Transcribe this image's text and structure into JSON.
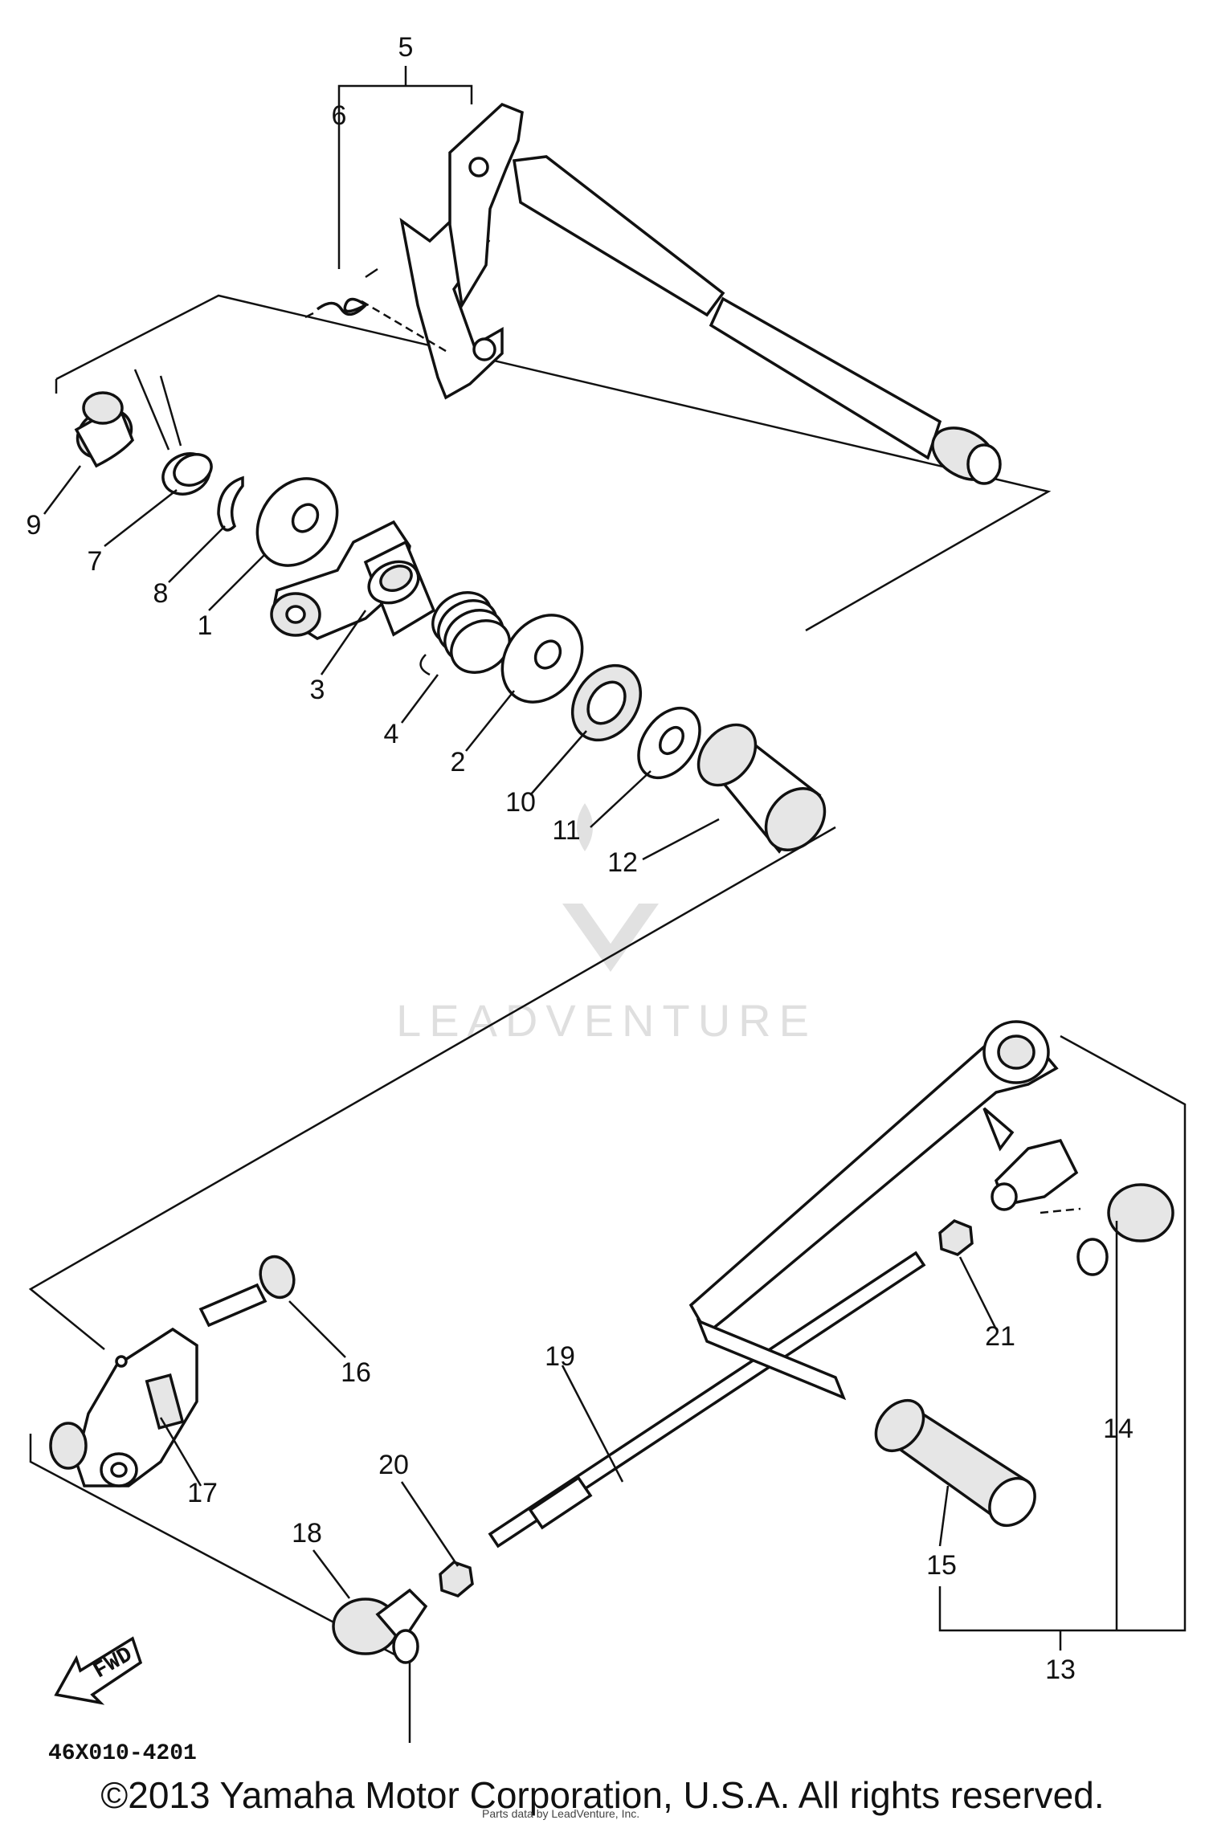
{
  "diagram": {
    "part_labels": {
      "p1": "1",
      "p2": "2",
      "p3": "3",
      "p4": "4",
      "p5": "5",
      "p6": "6",
      "p7": "7",
      "p8": "8",
      "p9": "9",
      "p10": "10",
      "p11": "11",
      "p12": "12",
      "p13": "13",
      "p14": "14",
      "p15": "15",
      "p16": "16",
      "p17": "17",
      "p18": "18",
      "p19": "19",
      "p20": "20",
      "p21": "21"
    },
    "fwd_arrow_text": "FWD",
    "diagram_code": "46X010-4201"
  },
  "watermark": {
    "text": "LEADVENTURE"
  },
  "footer": {
    "copyright": "©2013 Yamaha Motor Corporation, U.S.A. All rights reserved.",
    "prepared_by": "Parts data by LeadVenture, Inc."
  }
}
